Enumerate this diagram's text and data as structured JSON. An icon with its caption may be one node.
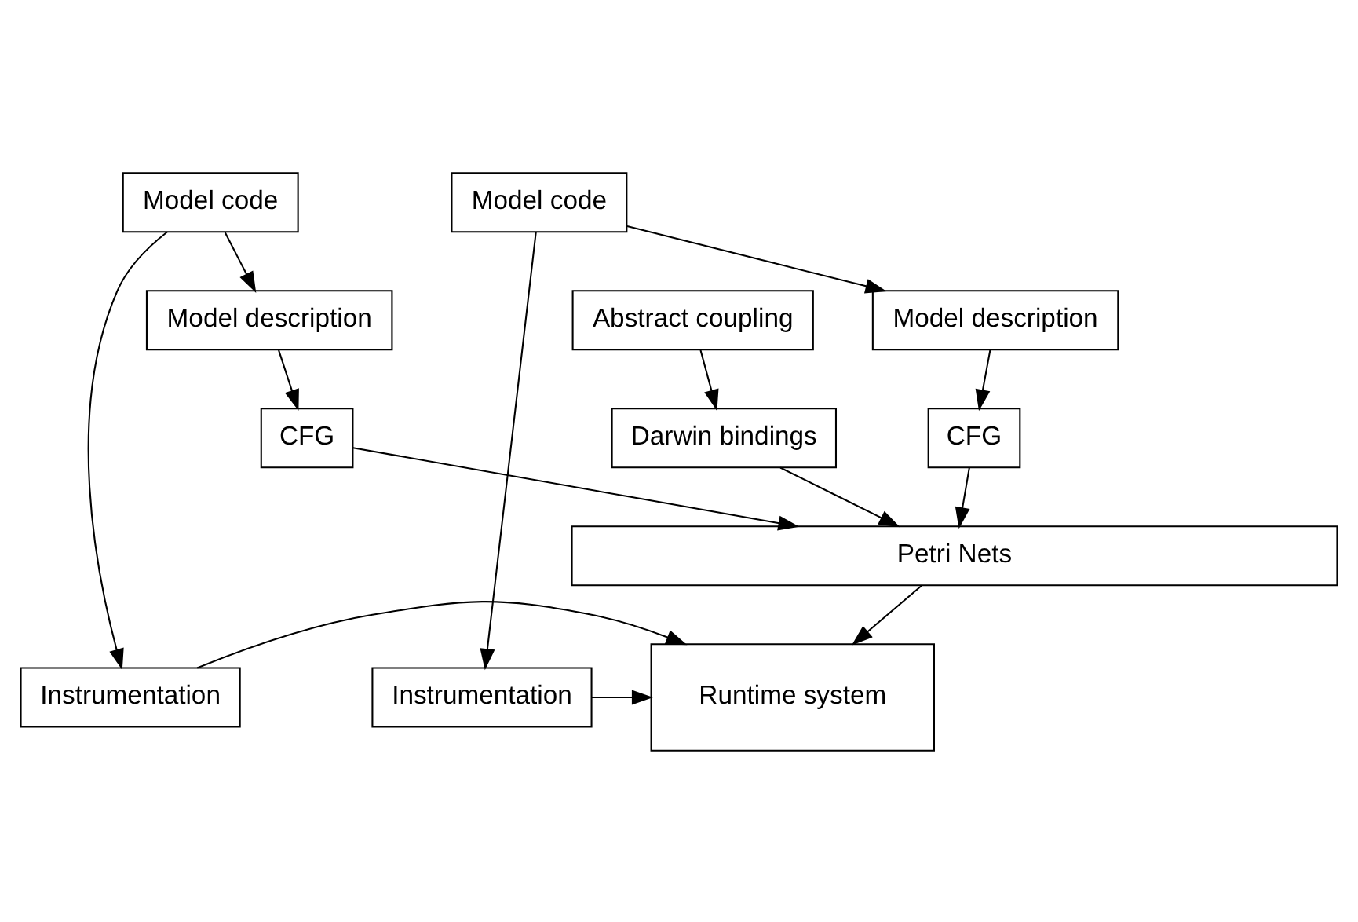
{
  "diagram": {
    "nodes": [
      {
        "text": [
          "Model code"
        ]
      },
      {
        "text": [
          "Model description"
        ]
      },
      {
        "text": [
          "CFG"
        ]
      },
      {
        "text": [
          "Abstract coupling"
        ]
      },
      {
        "text": [
          "Darwin bindings"
        ]
      },
      {
        "text": [
          "Model code"
        ]
      },
      {
        "text": [
          "Model description"
        ]
      },
      {
        "text": [
          "CFG"
        ]
      },
      {
        "text": [
          "Petri Nets"
        ]
      },
      {
        "text": [
          "Instrumentation"
        ]
      },
      {
        "text": [
          "Runtime system"
        ]
      },
      {
        "text": [
          "Instrumentation"
        ]
      }
    ],
    "edges": [
      {
        "from": 0,
        "to": 1,
        "arrow": "to"
      },
      {
        "from": 0,
        "to": 9,
        "arrow": "to"
      },
      {
        "from": 1,
        "to": 2,
        "arrow": "to"
      },
      {
        "from": 2,
        "to": 8,
        "arrow": "to"
      },
      {
        "from": 3,
        "to": 4,
        "arrow": "to"
      },
      {
        "from": 4,
        "to": 8,
        "arrow": "to"
      },
      {
        "from": 5,
        "to": 6,
        "arrow": "to"
      },
      {
        "from": 5,
        "to": 11,
        "arrow": "to"
      },
      {
        "from": 6,
        "to": 7,
        "arrow": "to"
      },
      {
        "from": 7,
        "to": 8,
        "arrow": "to"
      },
      {
        "from": 8,
        "to": 10,
        "arrow": "to"
      },
      {
        "from": 9,
        "to": 10,
        "arrow": "to"
      },
      {
        "from": 11,
        "to": 10,
        "arrow": "to"
      }
    ]
  }
}
